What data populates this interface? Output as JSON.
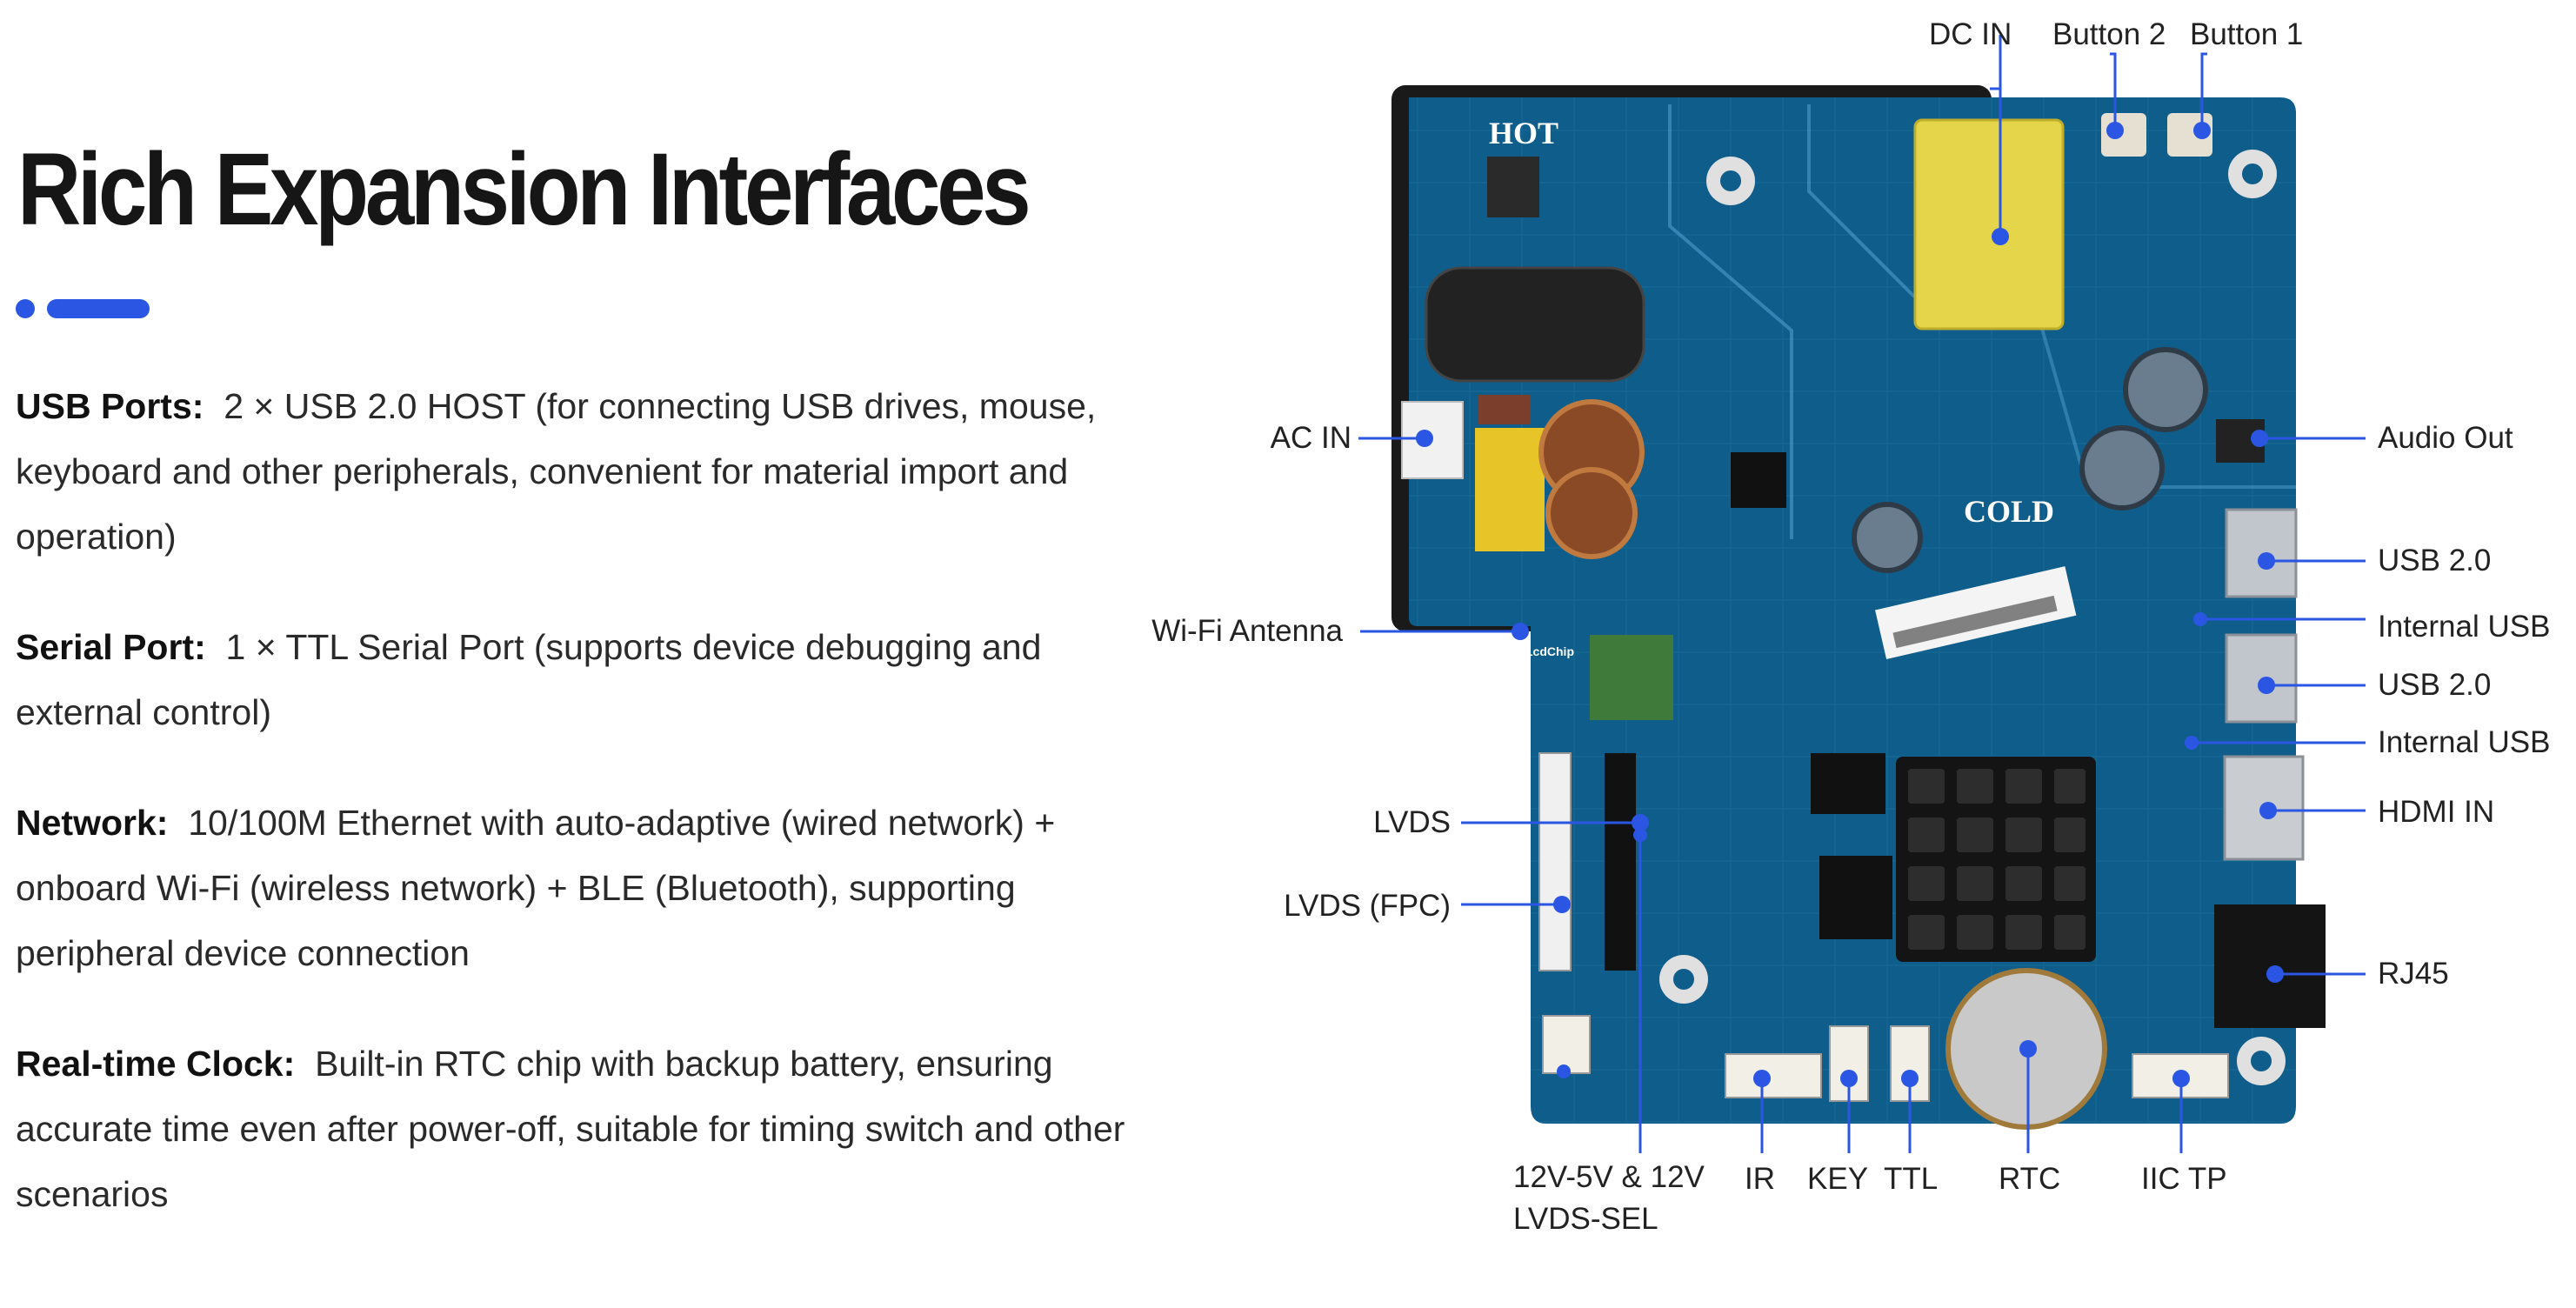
{
  "header": {
    "title": "Rich Expansion Interfaces"
  },
  "colors": {
    "accent": "#2a56e3",
    "board": "#0f5d8a",
    "callout": "#2a56e3"
  },
  "features": [
    {
      "lead": "USB Ports:",
      "text": "2 × USB 2.0 HOST (for connecting USB drives, mouse, keyboard and other peripherals, convenient for material import and operation)"
    },
    {
      "lead": "Serial Port:",
      "text": "1 × TTL Serial Port (supports device debugging and external control)"
    },
    {
      "lead": "Network:",
      "text": "10/100M Ethernet with auto-adaptive (wired network) + onboard Wi-Fi (wireless network) + BLE (Bluetooth), supporting peripheral device connection"
    },
    {
      "lead": "Real-time Clock:",
      "text": "Built-in RTC chip with backup battery, ensuring accurate time even after power-off, suitable for timing switch and other scenarios"
    }
  ],
  "board": {
    "silk_hot": "HOT",
    "silk_cold": "COLD",
    "silk_brand": "LcdChip"
  },
  "callouts": {
    "dc_in": "DC IN",
    "button2": "Button 2",
    "button1": "Button 1",
    "ac_in": "AC IN",
    "audio_out": "Audio Out",
    "usb20_a": "USB 2.0",
    "internal_usb_a": "Internal USB",
    "wifi_antenna": "Wi-Fi Antenna",
    "usb20_b": "USB 2.0",
    "internal_usb_b": "Internal USB",
    "lvds": "LVDS",
    "hdmi_in": "HDMI IN",
    "lvds_fpc": "LVDS (FPC)",
    "rj45": "RJ45",
    "sel_line1": "12V-5V & 12V",
    "sel_line2": "LVDS-SEL",
    "ir": "IR",
    "key": "KEY",
    "ttl": "TTL",
    "rtc": "RTC",
    "iic_tp": "IIC TP"
  }
}
